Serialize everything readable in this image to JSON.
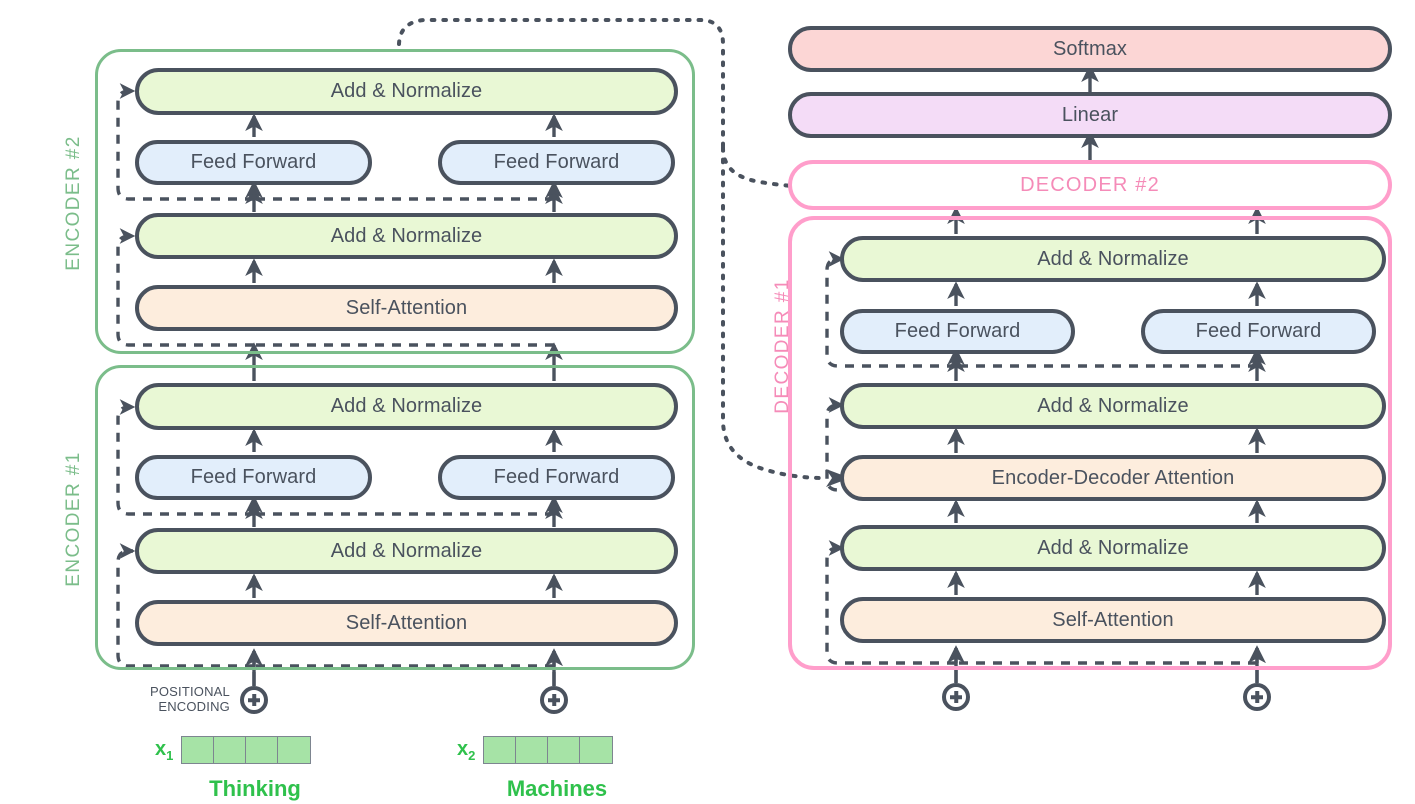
{
  "diagram": {
    "title": "Transformer encoder-decoder architecture",
    "colors": {
      "add_norm": "#e9f8d5",
      "feed_forward": "#e2eefb",
      "attention": "#fdeddd",
      "softmax": "#fcd6d5",
      "linear": "#f4dcf7",
      "encoder_border": "#7bbd8a",
      "decoder_border": "#ff9ecb",
      "decoder_text": "#f58bb8",
      "stroke": "#4a525e",
      "word_green": "#2fc14c",
      "embed_cell": "#a6e3a6"
    }
  },
  "encoders": [
    {
      "label": "ENCODER #2",
      "blocks": {
        "add_norm_top": "Add & Normalize",
        "feed_forward_left": "Feed Forward",
        "feed_forward_right": "Feed Forward",
        "add_norm_bottom": "Add & Normalize",
        "self_attention": "Self-Attention"
      }
    },
    {
      "label": "ENCODER #1",
      "blocks": {
        "add_norm_top": "Add & Normalize",
        "feed_forward_left": "Feed Forward",
        "feed_forward_right": "Feed Forward",
        "add_norm_bottom": "Add & Normalize",
        "self_attention": "Self-Attention"
      }
    }
  ],
  "decoder_stack": {
    "softmax": "Softmax",
    "linear": "Linear",
    "decoder2_label": "DECODER #2",
    "decoder1_label": "DECODER #1",
    "decoder1_blocks": {
      "add_norm_top": "Add & Normalize",
      "feed_forward_left": "Feed Forward",
      "feed_forward_right": "Feed Forward",
      "add_norm_mid": "Add & Normalize",
      "encoder_decoder_attention": "Encoder-Decoder Attention",
      "add_norm_bottom": "Add & Normalize",
      "self_attention": "Self-Attention"
    }
  },
  "inputs": {
    "positional_encoding_label_line1": "POSITIONAL",
    "positional_encoding_label_line2": "ENCODING",
    "tokens": [
      {
        "tag": "x",
        "sub": "1",
        "word": "Thinking",
        "cells": 4
      },
      {
        "tag": "x",
        "sub": "2",
        "word": "Machines",
        "cells": 4
      }
    ]
  },
  "icons": {
    "plus_circle": "plus-circle-icon",
    "arrow_up": "arrow-up-icon",
    "residual_arrow": "dashed-residual-arrow-icon",
    "encoder_output_arrow": "dotted-encoder-output-arrow-icon"
  }
}
